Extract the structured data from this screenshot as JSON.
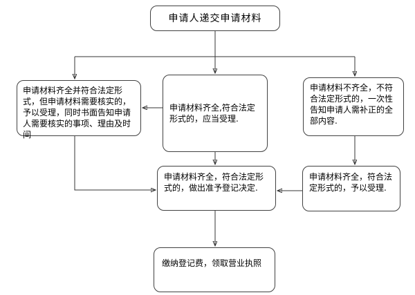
{
  "page": {
    "background_color": "#ffffff",
    "line_color": "#333333",
    "box_border_color": "#404040",
    "text_color": "#000000"
  },
  "diagram": {
    "type": "flowchart",
    "nodes": {
      "submit": {
        "label": "申请人递交申请材料"
      },
      "verify": {
        "label": "申请材料齐全并符合法定形式，但申请材料需要核实的，予以受理，同时书面告知申请人需要核实的事项、理由及时间"
      },
      "accept_should": {
        "label": "申请材料齐全,符合法定形式的，应当受理."
      },
      "incomplete": {
        "label": "申请材料不齐全，不符合法定形式的，一次性告知申请人需补正的全部内容."
      },
      "accept_grant": {
        "label": "申请材料齐全，符合法定形式的，予以受理."
      },
      "decision": {
        "label": "申请材料齐全，符合法定形式的，做出准予登记决定."
      },
      "license": {
        "label": "缴纳登记费，领取营业执照"
      }
    },
    "edges": [
      {
        "from": "submit",
        "to": "verify"
      },
      {
        "from": "submit",
        "to": "accept_should"
      },
      {
        "from": "submit",
        "to": "incomplete"
      },
      {
        "from": "accept_should",
        "to": "verify"
      },
      {
        "from": "accept_should",
        "to": "decision"
      },
      {
        "from": "incomplete",
        "to": "accept_grant"
      },
      {
        "from": "verify",
        "to": "decision"
      },
      {
        "from": "accept_grant",
        "to": "decision"
      },
      {
        "from": "decision",
        "to": "license"
      }
    ]
  }
}
